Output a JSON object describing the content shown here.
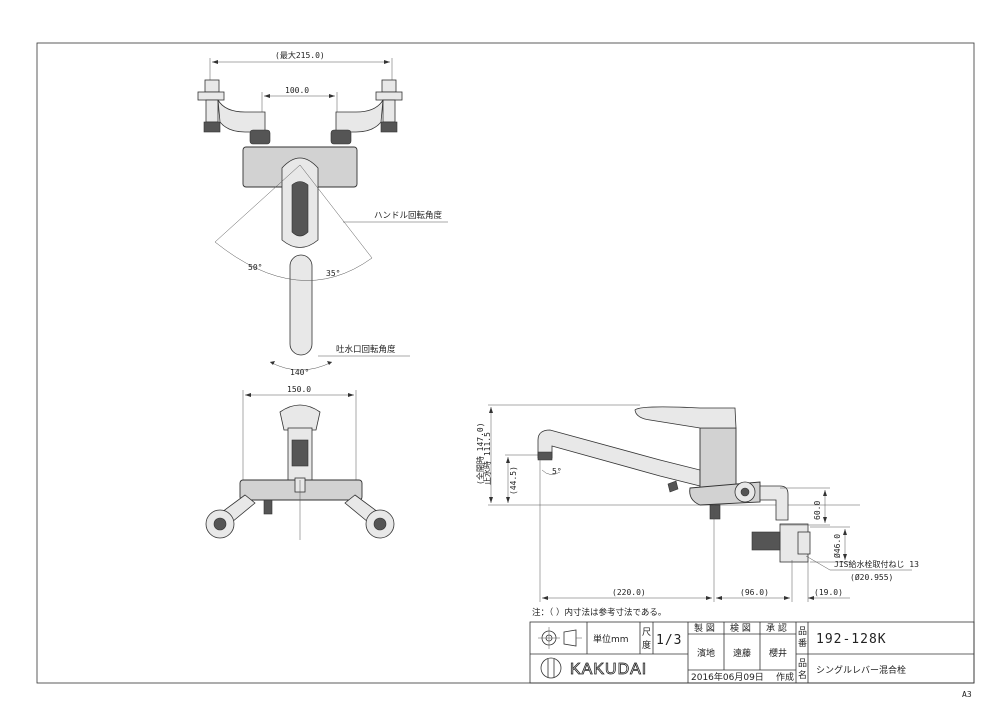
{
  "dimensions": {
    "top_max_width": "(最大215.0)",
    "top_center_spacing": "100.0",
    "handle_angle_left": "50°",
    "handle_angle_right": "35°",
    "spout_angle": "140°",
    "front_width": "150.0",
    "side_height_max_note": "(全開時 147.0)",
    "side_height_closed_note": "止水時 111.5",
    "side_spout_height": "(44.5)",
    "side_spout_angle": "5°",
    "side_reach": "(220.0)",
    "side_offset": "(96.0)",
    "side_connector": "(19.0)",
    "side_drop": "60.0",
    "side_diameter": "Ø46.0",
    "side_thread_label": "JIS給水栓取付ねじ 13",
    "side_thread_size": "(Ø20.955)"
  },
  "labels": {
    "handle_rotation": "ハンドル回転角度",
    "spout_rotation": "吐水口回転角度",
    "note": "注：（ ）内寸法は参考寸法である。"
  },
  "title_block": {
    "unit": "単位mm",
    "scale_label_1": "尺",
    "scale_label_2": "度",
    "scale_value": "1/3",
    "col_draw": "製 図",
    "col_check": "検 図",
    "col_approve": "承 認",
    "name_draw": "濱地",
    "name_check": "遠藤",
    "name_approve": "櫻井",
    "date": "2016年06月09日",
    "created": "作成",
    "part_no_label_1": "品",
    "part_no_label_2": "番",
    "part_no": "192-128K",
    "name_label_1": "品",
    "name_label_2": "名",
    "product_name": "シングルレバー混合栓",
    "brand": "KAKUDAI"
  },
  "sheet_size": "A3"
}
